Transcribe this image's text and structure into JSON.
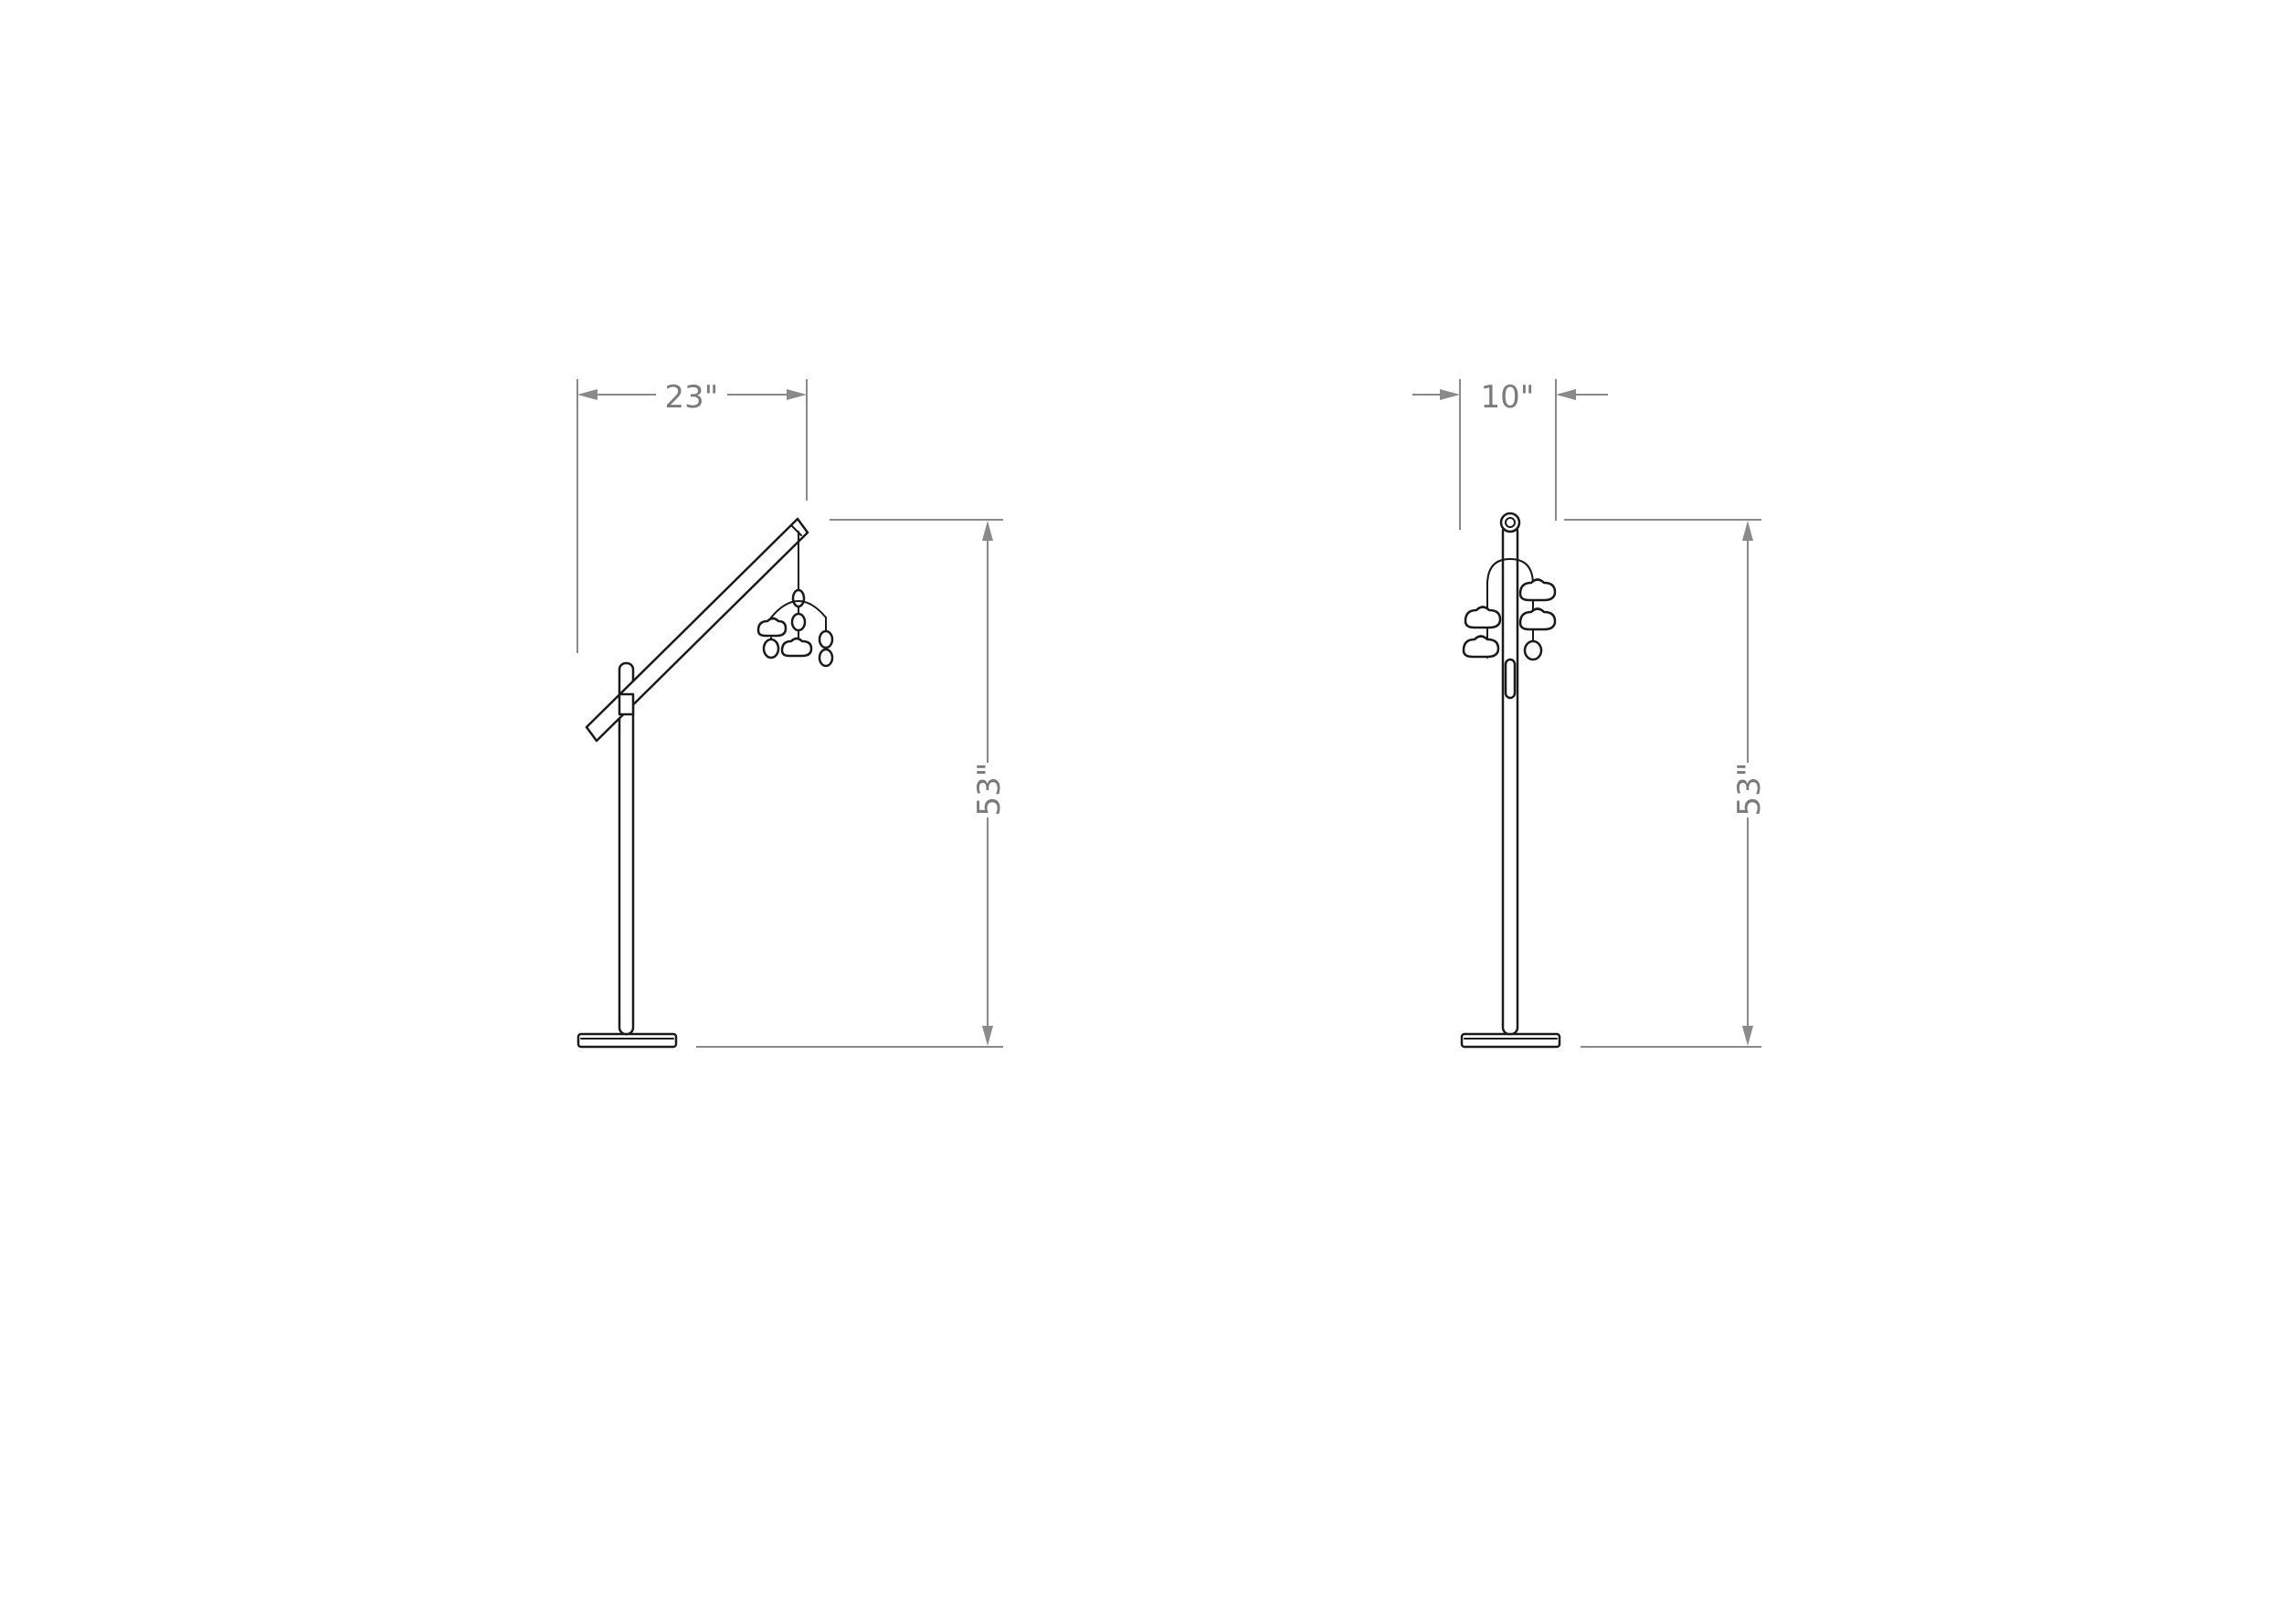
{
  "side_view": {
    "width_label": "23\"",
    "height_label": "53\""
  },
  "front_view": {
    "width_label": "10\"",
    "height_label": "53\""
  }
}
